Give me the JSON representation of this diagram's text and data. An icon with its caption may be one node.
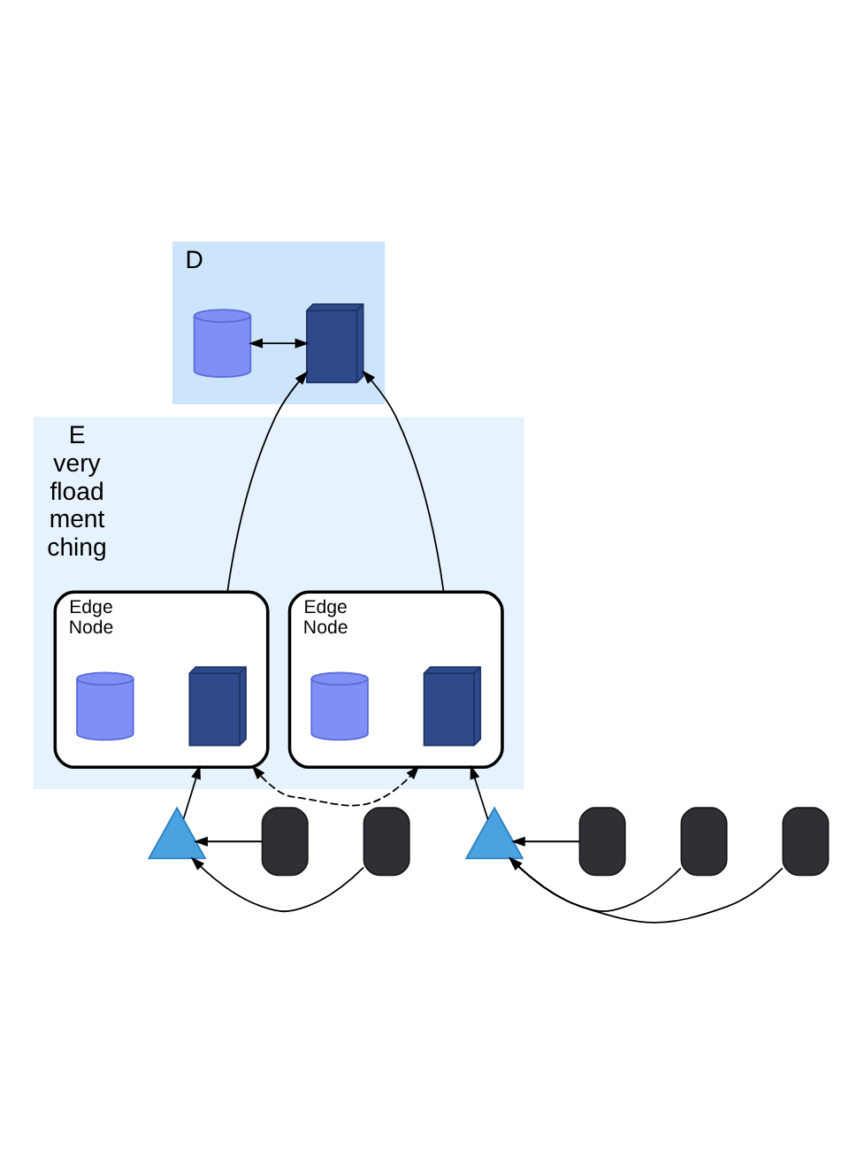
{
  "diagram": {
    "nodes": [
      {
        "text": [
          "D"
        ]
      },
      {
        "text": [],
        "shape": "server",
        "in": 0
      },
      {
        "text": [],
        "shape": "cylinder",
        "in": 0
      },
      {
        "text": [
          "E",
          "very fload ment ching"
        ]
      },
      {
        "text": [
          "Edge Node"
        ],
        "in": 3
      },
      {
        "text": [],
        "shape": "server",
        "in": 4
      },
      {
        "text": [],
        "shape": "cylinder",
        "in": 4
      },
      {
        "text": [
          "Edge Node"
        ],
        "in": 3
      },
      {
        "text": [],
        "shape": "server",
        "in": 7
      },
      {
        "text": [],
        "shape": "cylinder",
        "in": 7
      },
      {
        "text": [],
        "shape": "antenna"
      },
      {
        "text": [],
        "shape": "antenna"
      },
      {
        "text": [],
        "shape": "phone"
      },
      {
        "text": [],
        "shape": "phone"
      },
      {
        "text": [],
        "shape": "phone"
      },
      {
        "text": [],
        "shape": "phone"
      },
      {
        "text": [],
        "shape": "phone"
      }
    ],
    "edges": [
      {
        "from": 1,
        "to": 2,
        "arrow": "both"
      },
      {
        "from": 4,
        "to": 1,
        "arrow": "to"
      },
      {
        "from": 7,
        "to": 1,
        "arrow": "to"
      },
      {
        "from": 4,
        "to": 7,
        "arrow": "both",
        "style": "dashed"
      },
      {
        "from": 10,
        "to": 4,
        "arrow": "to"
      },
      {
        "from": 11,
        "to": 7,
        "arrow": "to"
      },
      {
        "from": 12,
        "to": 10,
        "arrow": "to"
      },
      {
        "from": 13,
        "to": 10,
        "arrow": "to"
      },
      {
        "from": 14,
        "to": 11,
        "arrow": "to"
      },
      {
        "from": 15,
        "to": 11,
        "arrow": "to"
      },
      {
        "from": 16,
        "to": 11,
        "arrow": "to"
      }
    ]
  }
}
